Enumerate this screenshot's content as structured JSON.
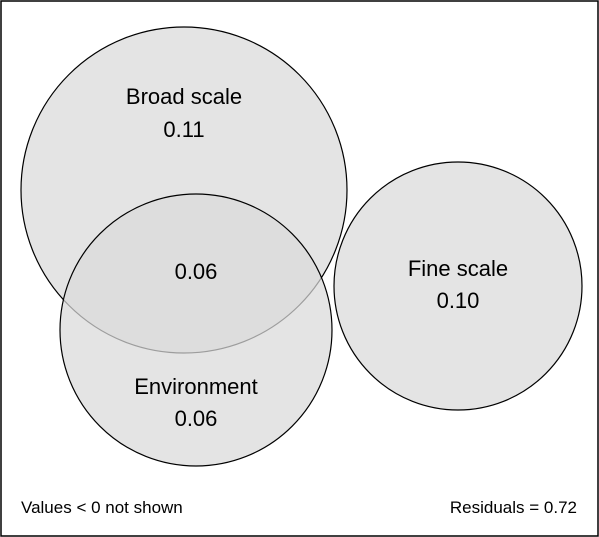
{
  "sets": {
    "broad_scale": {
      "name": "Broad scale",
      "value": "0.11"
    },
    "environment": {
      "name": "Environment",
      "value": "0.06"
    },
    "fine_scale": {
      "name": "Fine scale",
      "value": "0.10"
    }
  },
  "overlaps": {
    "broad_environment": {
      "value": "0.06"
    }
  },
  "footer": {
    "note": "Values < 0 not shown",
    "residuals": "Residuals = 0.72"
  },
  "colors": {
    "circle_fill": "#d9d9d9",
    "stroke": "#000000",
    "background": "#ffffff"
  }
}
